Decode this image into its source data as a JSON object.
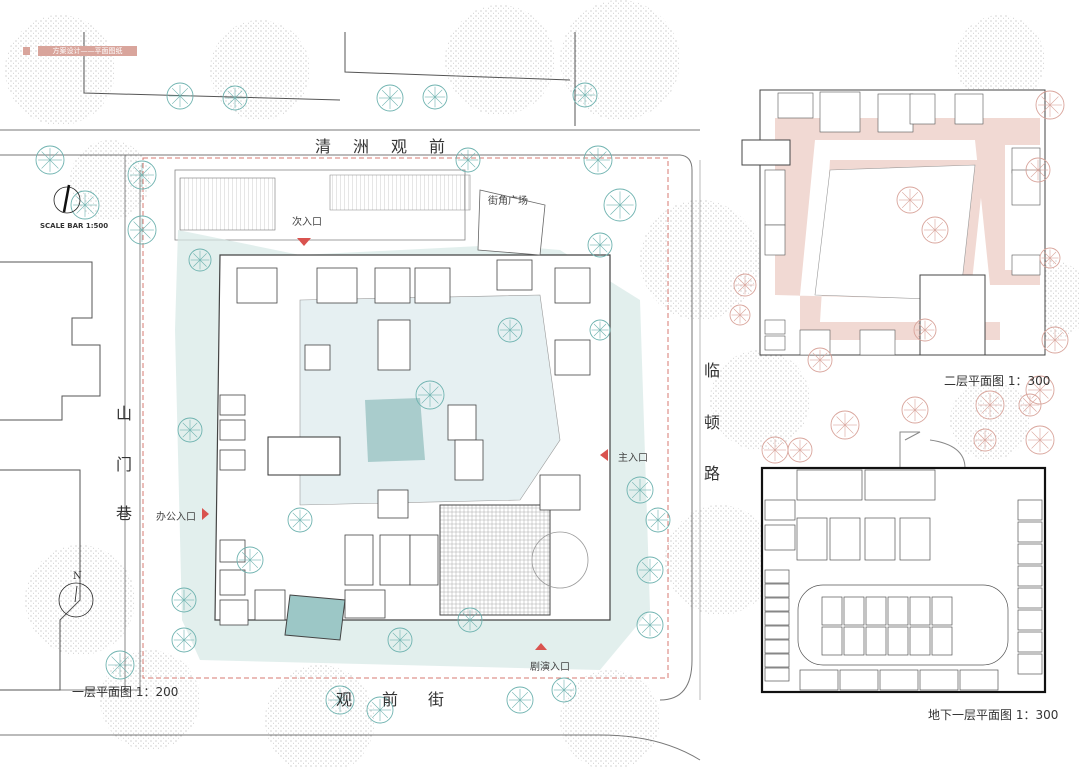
{
  "header": {
    "title": "方案设计——平面图纸"
  },
  "streets": {
    "top": "清洲观前",
    "bottom": "观前街",
    "left": [
      "山",
      "门",
      "巷"
    ],
    "right": [
      "临",
      "顿",
      "路"
    ]
  },
  "entrances": {
    "secondary": "次入口",
    "plaza": "街角广场",
    "main": "主入口",
    "office": "办公入口",
    "theater": "剧演入口"
  },
  "plans": {
    "ground": "一层平面图 1：200",
    "second": "二层平面图 1：300",
    "basement": "地下一层平面图 1：300"
  },
  "scale_bar": "SCALE BAR 1:500",
  "north": "N",
  "colors": {
    "accent_pink": "#d9a59c",
    "teal": "#6fb3b0",
    "teal_fill": "#d6e8e5",
    "corridor_pink": "#f1d9d3",
    "boundary": "#d77a72",
    "arrow": "#d9534f"
  }
}
